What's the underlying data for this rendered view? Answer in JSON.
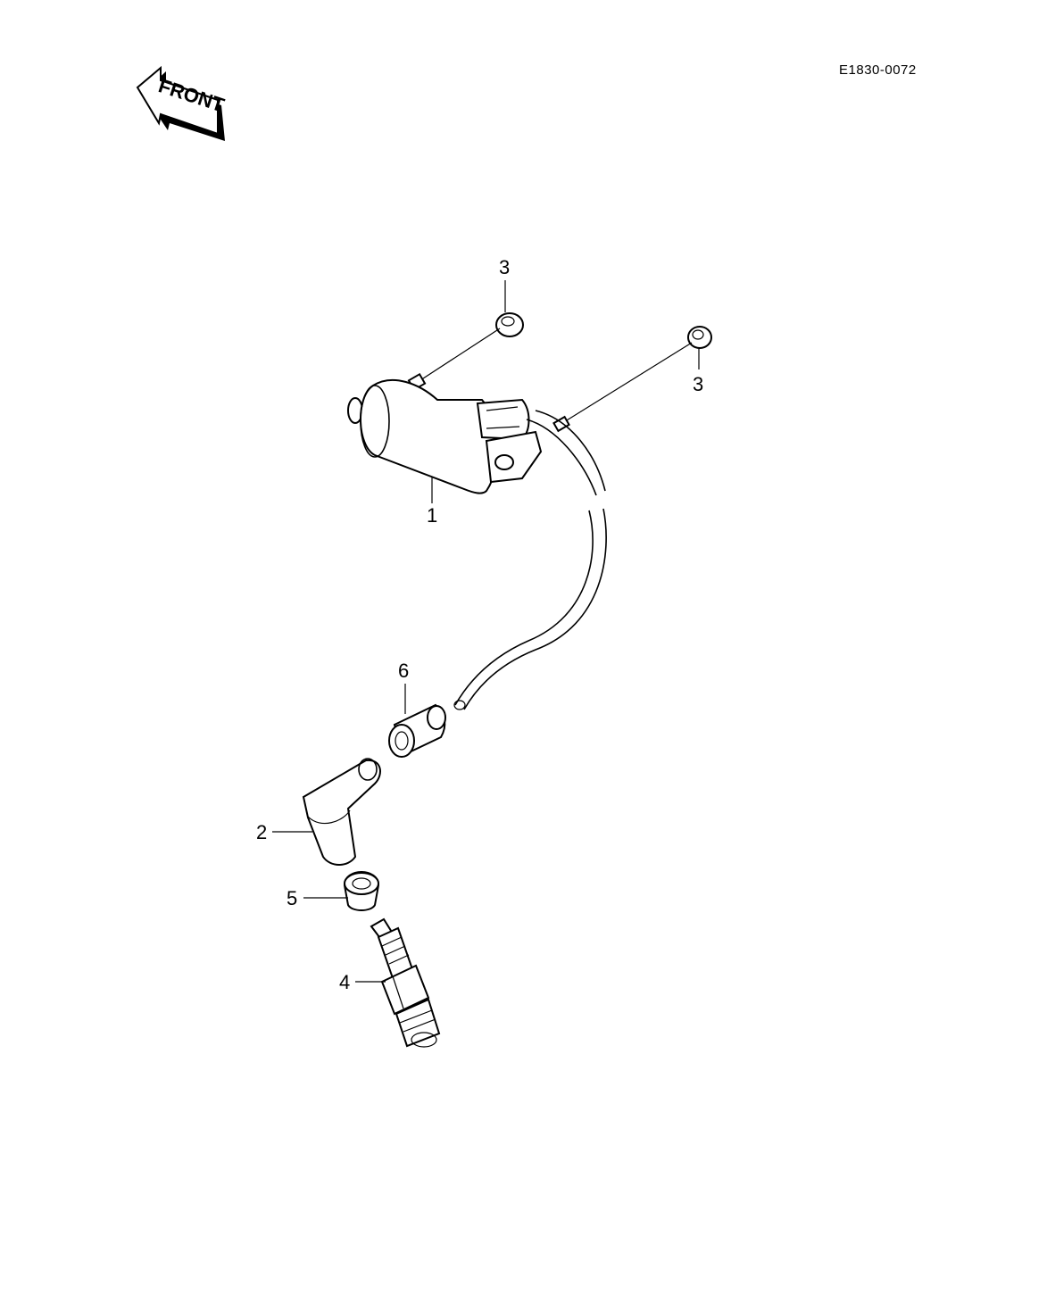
{
  "diagram_code": "E1830-0072",
  "front_label": "FRONT",
  "callouts": [
    {
      "id": "c1",
      "label": "1",
      "part": "ignition-coil"
    },
    {
      "id": "c2",
      "label": "2",
      "part": "spark-plug-cap"
    },
    {
      "id": "c3a",
      "label": "3",
      "part": "nut"
    },
    {
      "id": "c3b",
      "label": "3",
      "part": "nut"
    },
    {
      "id": "c4",
      "label": "4",
      "part": "spark-plug"
    },
    {
      "id": "c5",
      "label": "5",
      "part": "cap-seal"
    },
    {
      "id": "c6",
      "label": "6",
      "part": "cable-boot"
    }
  ]
}
